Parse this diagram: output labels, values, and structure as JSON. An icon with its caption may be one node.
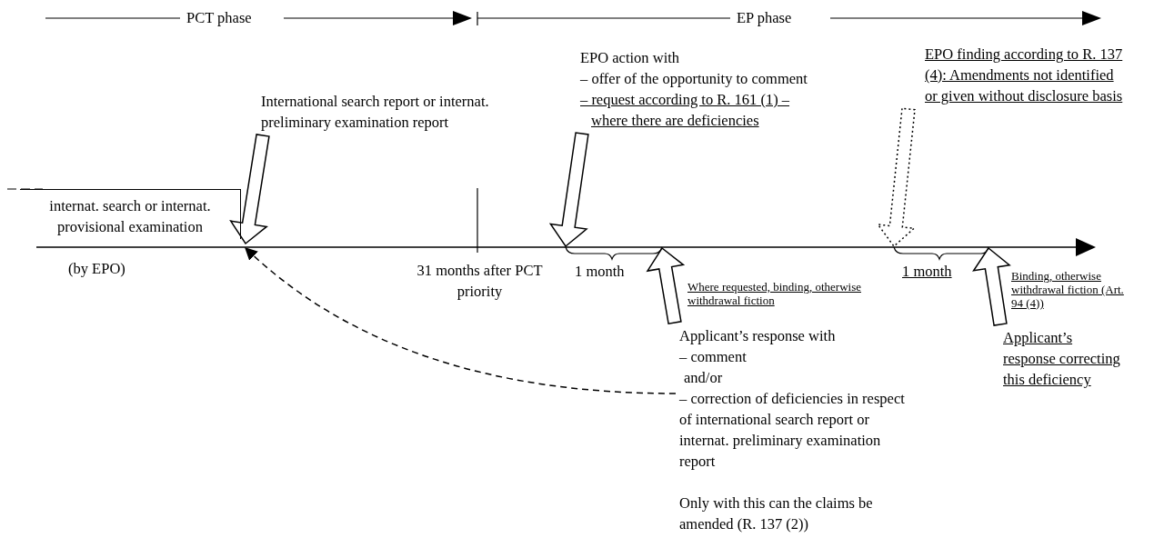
{
  "diagram": {
    "nodes": [
      {
        "text": [
          "internat. search or internat. provisional examination"
        ],
        "beside": [
          "(by EPO)"
        ]
      },
      {
        "text": [
          "International search report or internat. preliminary examination report"
        ]
      },
      {
        "text": [
          "EPO action with",
          "– offer of the opportunity to comment",
          "– request according to R. 161 (1) – where there are deficiencies"
        ]
      },
      {
        "text": [
          "EPO finding according to R. 137 (4): Amendments not identified or given without disclosure basis"
        ]
      },
      {
        "text": [
          "Applicant’s response with",
          "– comment",
          "and/or",
          "– correction of deficiencies in respect of international search report or internat. preliminary examination report",
          "Only with this can the claims be amended (R. 137 (2))"
        ]
      },
      {
        "text": [
          "Applicant’s response correcting this deficiency"
        ]
      }
    ],
    "edges": [
      {
        "from": 1,
        "to": null,
        "arrow": "to"
      },
      {
        "from": 2,
        "to": null,
        "arrow": "to"
      },
      {
        "from": 3,
        "to": null,
        "arrow": "to",
        "style": "dashed"
      },
      {
        "from": 4,
        "to": null,
        "arrow": "to"
      },
      {
        "from": 5,
        "to": null,
        "arrow": "to"
      },
      {
        "from": 4,
        "to": 0,
        "arrow": "to",
        "style": "dashed"
      }
    ],
    "labels": [
      "PCT phase",
      "EP phase",
      "31 months after PCT priority",
      "1 month",
      "Where requested, binding, otherwise withdrawal fiction",
      "1 month",
      "Binding, otherwise withdrawal fiction (Art. 94 (4))"
    ]
  }
}
